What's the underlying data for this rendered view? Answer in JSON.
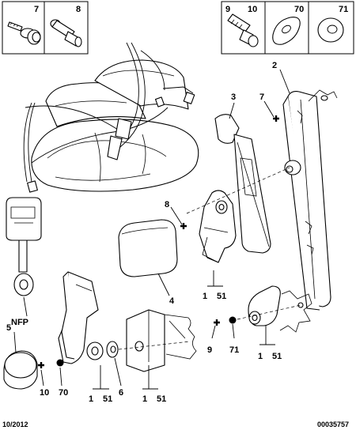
{
  "legend_left": {
    "items": [
      {
        "num": "7"
      },
      {
        "num": "8"
      }
    ]
  },
  "legend_right": {
    "items": [
      {
        "num": "9"
      },
      {
        "num": "10"
      },
      {
        "num": "70"
      },
      {
        "num": "71"
      }
    ]
  },
  "callouts": {
    "c1a": "1",
    "c51a": "51",
    "c1b": "1",
    "c51b": "51",
    "c1c": "1",
    "c51c": "51",
    "c1d": "1",
    "c51d": "51",
    "c2": "2",
    "c3": "3",
    "c4": "4",
    "c5": "5",
    "c6": "6",
    "c7": "7",
    "c8": "8",
    "c9": "9",
    "c10": "10",
    "c70": "70",
    "c71": "71",
    "nfp": "NFP"
  },
  "footer": {
    "date": "10/2012",
    "ref": "00035757"
  }
}
